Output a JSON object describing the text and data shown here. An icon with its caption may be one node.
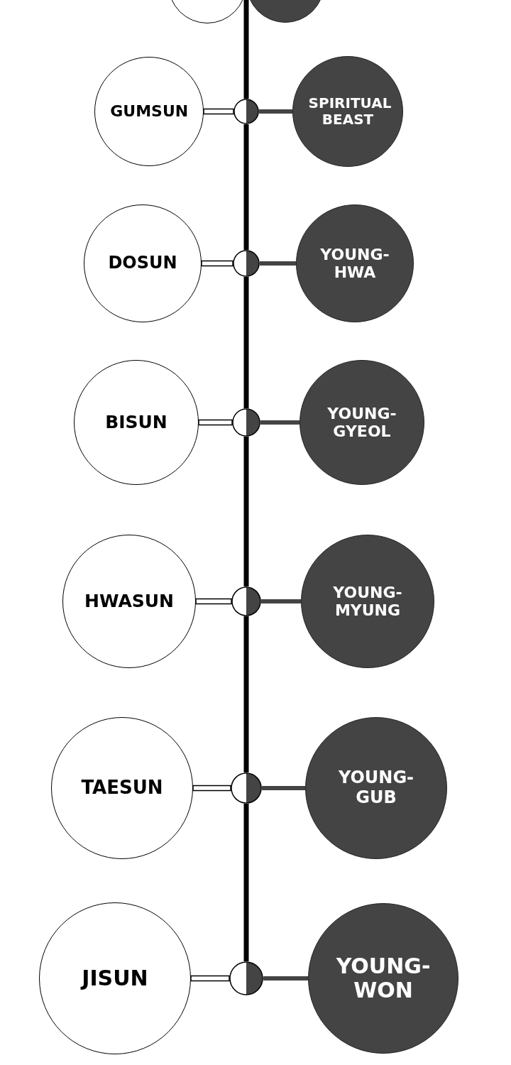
{
  "diagram": {
    "nodes": [
      {
        "text": [],
        "shape": "circle"
      },
      {
        "text": [],
        "shape": "circle"
      },
      {
        "text": [
          "GUMSUN"
        ]
      },
      {
        "text": [],
        "shape": "circle"
      },
      {
        "text": [
          "SPIRITUAL BEAST"
        ]
      },
      {
        "text": [
          "DOSUN"
        ]
      },
      {
        "text": [],
        "shape": "circle"
      },
      {
        "text": [
          "YOUNG- HWA"
        ]
      },
      {
        "text": [
          "BISUN"
        ]
      },
      {
        "text": [],
        "shape": "circle"
      },
      {
        "text": [
          "YOUNG- GYEOL"
        ]
      },
      {
        "text": [
          "HWASUN"
        ]
      },
      {
        "text": [],
        "shape": "circle"
      },
      {
        "text": [
          "YOUNG- MYUNG"
        ]
      },
      {
        "text": [
          "TAESUN"
        ]
      },
      {
        "text": [],
        "shape": "circle"
      },
      {
        "text": [
          "YOUNG- GUB"
        ]
      },
      {
        "text": [
          "JISUN"
        ]
      },
      {
        "text": [],
        "shape": "circle"
      },
      {
        "text": [
          "YOUNG- WON"
        ]
      }
    ],
    "edges": [
      {
        "from": 0,
        "to": 3,
        "arrow": "none"
      },
      {
        "from": 3,
        "to": 6,
        "arrow": "none"
      },
      {
        "from": 6,
        "to": 9,
        "arrow": "none"
      },
      {
        "from": 9,
        "to": 12,
        "arrow": "none"
      },
      {
        "from": 12,
        "to": 15,
        "arrow": "none"
      },
      {
        "from": 15,
        "to": 18,
        "arrow": "none"
      },
      {
        "from": 2,
        "to": 3,
        "arrow": "none"
      },
      {
        "from": 3,
        "to": 4,
        "arrow": "none",
        "color": "#444444"
      },
      {
        "from": 5,
        "to": 6,
        "arrow": "none"
      },
      {
        "from": 6,
        "to": 7,
        "arrow": "none",
        "color": "#444444"
      },
      {
        "from": 8,
        "to": 9,
        "arrow": "none"
      },
      {
        "from": 9,
        "to": 10,
        "arrow": "none",
        "color": "#444444"
      },
      {
        "from": 11,
        "to": 12,
        "arrow": "none"
      },
      {
        "from": 12,
        "to": 13,
        "arrow": "none",
        "color": "#444444"
      },
      {
        "from": 14,
        "to": 15,
        "arrow": "none"
      },
      {
        "from": 15,
        "to": 16,
        "arrow": "none",
        "color": "#444444"
      },
      {
        "from": 17,
        "to": 18,
        "arrow": "none"
      },
      {
        "from": 18,
        "to": 19,
        "arrow": "none",
        "color": "#444444"
      }
    ]
  }
}
